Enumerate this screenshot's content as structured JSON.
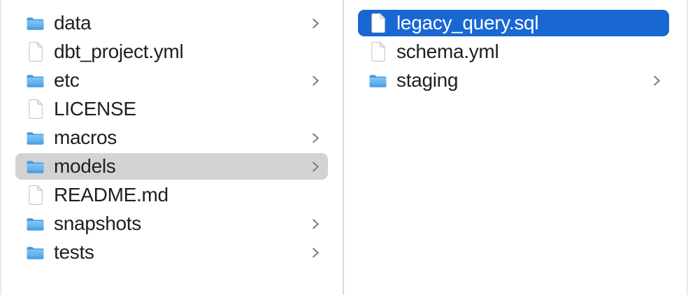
{
  "app": {
    "title": "Finder column browser",
    "view": "column-view"
  },
  "colors": {
    "selection_active": "#1967d2",
    "selection_inactive": "#d3d3d3",
    "text": "#1f1f1f",
    "text_selected": "#ffffff",
    "divider": "#dadada",
    "edge_border": "#e9e9e9",
    "chevron": "#7d7d7d",
    "folder_blue_light": "#7ec5f5",
    "folder_blue_dark": "#4a97dd"
  },
  "icons": {
    "folder": "folder-icon",
    "file": "file-icon",
    "chevron": "chevron-right-icon"
  },
  "columns": [
    {
      "name": "column-1",
      "items": [
        {
          "label": "data",
          "icon": "folder",
          "chevron": true,
          "selected": "none"
        },
        {
          "label": "dbt_project.yml",
          "icon": "file",
          "chevron": false,
          "selected": "none"
        },
        {
          "label": "etc",
          "icon": "folder",
          "chevron": true,
          "selected": "none"
        },
        {
          "label": "LICENSE",
          "icon": "file",
          "chevron": false,
          "selected": "none"
        },
        {
          "label": "macros",
          "icon": "folder",
          "chevron": true,
          "selected": "none"
        },
        {
          "label": "models",
          "icon": "folder",
          "chevron": true,
          "selected": "inactive"
        },
        {
          "label": "README.md",
          "icon": "file",
          "chevron": false,
          "selected": "none"
        },
        {
          "label": "snapshots",
          "icon": "folder",
          "chevron": true,
          "selected": "none"
        },
        {
          "label": "tests",
          "icon": "folder",
          "chevron": true,
          "selected": "none"
        }
      ]
    },
    {
      "name": "column-2",
      "items": [
        {
          "label": "legacy_query.sql",
          "icon": "file",
          "chevron": false,
          "selected": "active"
        },
        {
          "label": "schema.yml",
          "icon": "file",
          "chevron": false,
          "selected": "none"
        },
        {
          "label": "staging",
          "icon": "folder",
          "chevron": true,
          "selected": "none"
        }
      ]
    }
  ]
}
